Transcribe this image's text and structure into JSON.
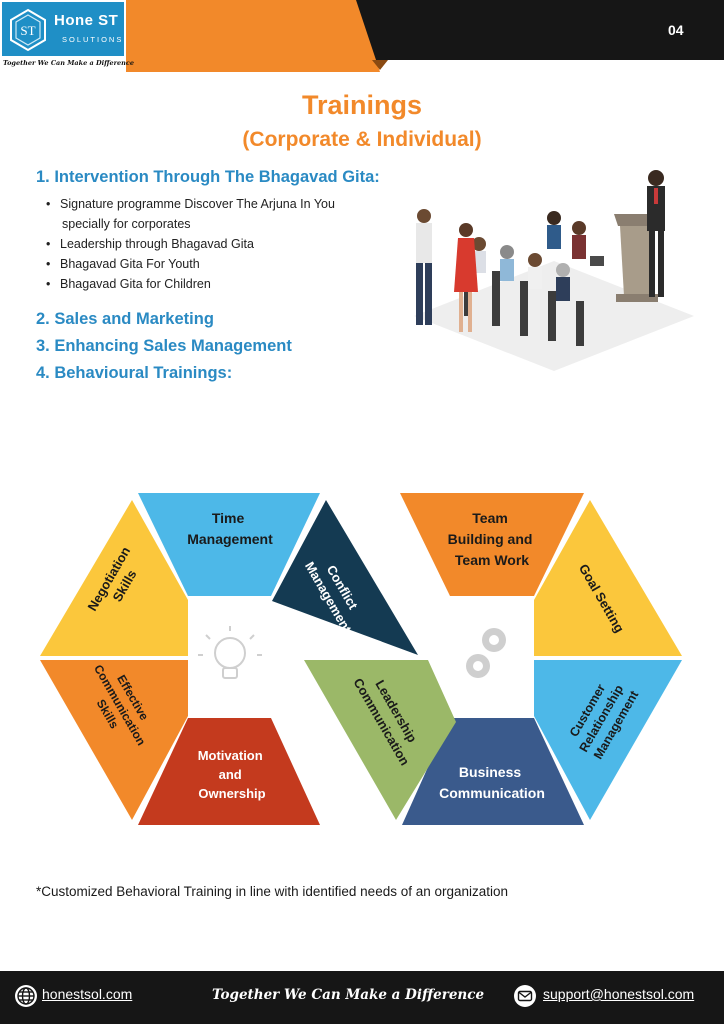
{
  "header": {
    "logo_name": "Hone ST",
    "logo_sub": "SOLUTIONS",
    "logo_initials": "ST",
    "tagline": "Together We Can Make a Difference",
    "page_number": "04",
    "colors": {
      "orange": "#f2892a",
      "dark": "#161616",
      "blue": "#2a8ac3"
    }
  },
  "title": "Trainings",
  "subtitle": "(Corporate & Individual)",
  "sections": [
    {
      "heading": "1. Intervention Through The Bhagavad Gita:",
      "bullets": [
        "Signature programme Discover The Arjuna In You",
        "specially for corporates",
        "Leadership through Bhagavad Gita",
        "Bhagavad Gita For Youth",
        "Bhagavad Gita for Children"
      ]
    },
    {
      "heading": "2. Sales and Marketing"
    },
    {
      "heading": "3. Enhancing Sales Management"
    },
    {
      "heading": "4. Behavioural Trainings:"
    }
  ],
  "diagram": {
    "left": {
      "center_icon": "lightbulb-icon",
      "segments": [
        {
          "lines": [
            "Time",
            "Management"
          ],
          "color": "#4db8e8"
        },
        {
          "lines": [
            "Conflict",
            "Management"
          ],
          "color": "#143a52"
        },
        {
          "lines": [
            "Motivation",
            "and",
            "Ownership"
          ],
          "color": "#c43a1e"
        },
        {
          "lines": [
            "Effective",
            "Communication",
            "Skills"
          ],
          "color": "#f2892a"
        },
        {
          "lines": [
            "Negotiation",
            "Skills"
          ],
          "color": "#fbc73c"
        }
      ]
    },
    "right": {
      "center_icon": "gears-icon",
      "segments": [
        {
          "lines": [
            "Team",
            "Building and",
            "Team Work"
          ],
          "color": "#f2892a"
        },
        {
          "lines": [
            "Goal Setting"
          ],
          "color": "#fbc73c"
        },
        {
          "lines": [
            "Customer",
            "Relationship",
            "Management"
          ],
          "color": "#4db8e8"
        },
        {
          "lines": [
            "Business",
            "Communication"
          ],
          "color": "#3a5a8c"
        },
        {
          "lines": [
            "Leadership",
            "Communication"
          ],
          "color": "#9bb868"
        }
      ]
    }
  },
  "footnote": "*Customized Behavioral Training in line with identified needs of an organization",
  "footer": {
    "website": "honestsol.com",
    "tagline": "Together We Can Make a Difference",
    "email": "support@honestsol.com"
  }
}
